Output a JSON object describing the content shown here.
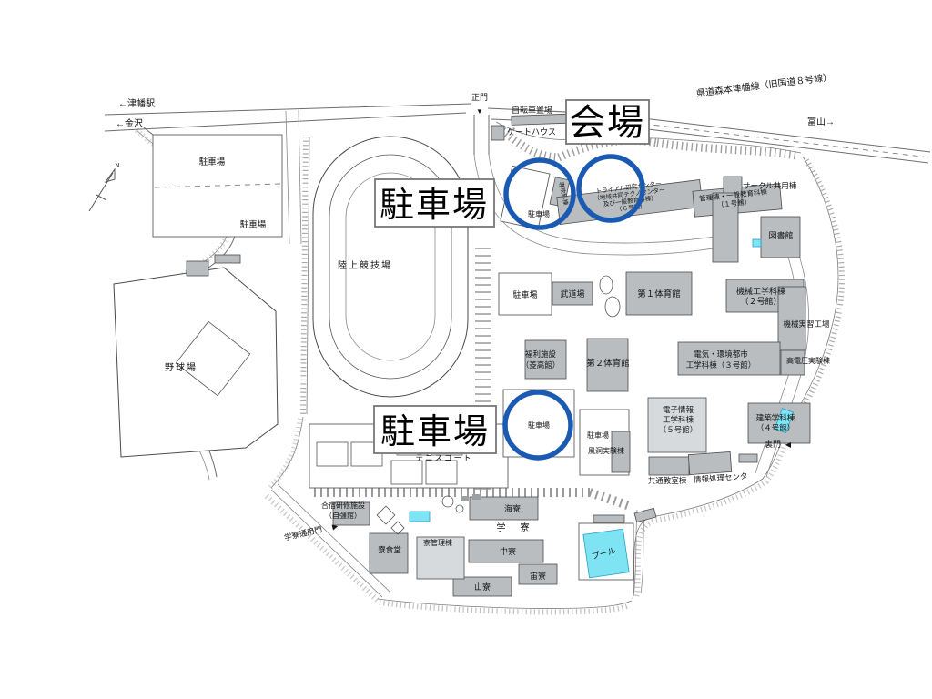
{
  "overlays": {
    "venue": "会場",
    "parking_big1": "駐車場",
    "parking_big2": "駐車場"
  },
  "icons": {
    "gate_arrow": "▼",
    "backgate_arrow": "◀",
    "dormgate_arrow": "▶"
  },
  "labels": {
    "tsubata": "←津幡駅",
    "kanazawa": "←金沢",
    "pref_road": "県道森本津幡線（旧国道８号線）",
    "toyama": "富山→",
    "main_gate": "正門",
    "bicycle": "自転車置場",
    "gatehouse": "ゲートハウス",
    "parking_nw1": "駐車場",
    "parking_nw2": "駐車場",
    "track": "陸上競技場",
    "baseball": "野球場",
    "senkoka": "専攻科棟",
    "parking_c1": "駐車場",
    "bldg6_1": "トライアル研究センター",
    "bldg6_2": "（地域共同テクノセンター",
    "bldg6_3": "及び一般教育科棟）",
    "bldg6_4": "（６号館）",
    "bldg1_1": "管理棟・一般教育科棟",
    "bldg1_2": "（１号館）",
    "circle_bldg": "サークル共用棟",
    "library": "図書館",
    "parking_mid": "駐車場",
    "budokan": "武道場",
    "gym1": "第１体育館",
    "mech1": "機械工学科棟",
    "mech2": "（２号館）",
    "workshop": "機械実習工場",
    "welfare1": "福利施設",
    "welfare2": "（菱高館）",
    "gym2": "第２体育館",
    "elec1": "電気・環境都市",
    "elec2": "工学科棟（３号館）",
    "highvolt": "高電圧実験棟",
    "einfo1": "電子情報",
    "einfo2": "工学科棟",
    "einfo3": "（５号館）",
    "arch1": "建築学科棟",
    "arch2": "（４号館）",
    "backgate": "裏門",
    "parking_s1": "駐車場",
    "parking_s2": "駐車場",
    "windtunnel": "風洞実験棟",
    "tennis": "テニスコート",
    "common_cls": "共通教室棟",
    "info_ctr": "情報処理センタ",
    "lodge1": "合宿研修施設",
    "lodge2": "（自彊館）",
    "dorm_gate": "学寮通用門",
    "cafeteria": "寮食堂",
    "dorm_admin": "寮管理棟",
    "umi": "海寮",
    "gakuryo": "学　寮",
    "naka": "中寮",
    "sora": "宙寮",
    "yama": "山寮",
    "pool": "プール",
    "north": "N"
  },
  "colors": {
    "annotation_blue": "#1b5ab3",
    "building_fill": "#b9bdc0",
    "water_fill": "#7ee3f2"
  }
}
